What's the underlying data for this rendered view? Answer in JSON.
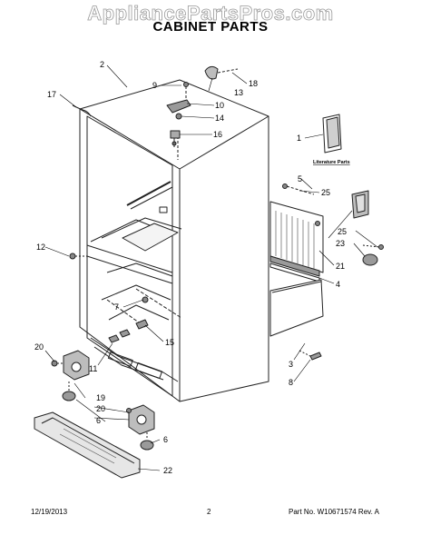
{
  "header": {
    "watermark": "AppliancePartsPros.com",
    "title": "CABINET PARTS"
  },
  "diagram": {
    "callouts": {
      "c1": "1",
      "c2": "2",
      "c3": "3",
      "c4": "4",
      "c5": "5",
      "c6a": "6",
      "c6b": "6",
      "c7": "7",
      "c8": "8",
      "c9": "9",
      "c10": "10",
      "c11": "11",
      "c12": "12",
      "c13": "13",
      "c14": "14",
      "c15": "15",
      "c16": "16",
      "c17": "17",
      "c18": "18",
      "c19": "19",
      "c20a": "20",
      "c20b": "20",
      "c21": "21",
      "c22": "22",
      "c23": "23",
      "c25a": "25",
      "c25b": "25"
    },
    "literature_label": "Literature Parts"
  },
  "footer": {
    "date": "12/19/2013",
    "page": "2",
    "part_number": "Part No.  W10671574  Rev.  A"
  }
}
